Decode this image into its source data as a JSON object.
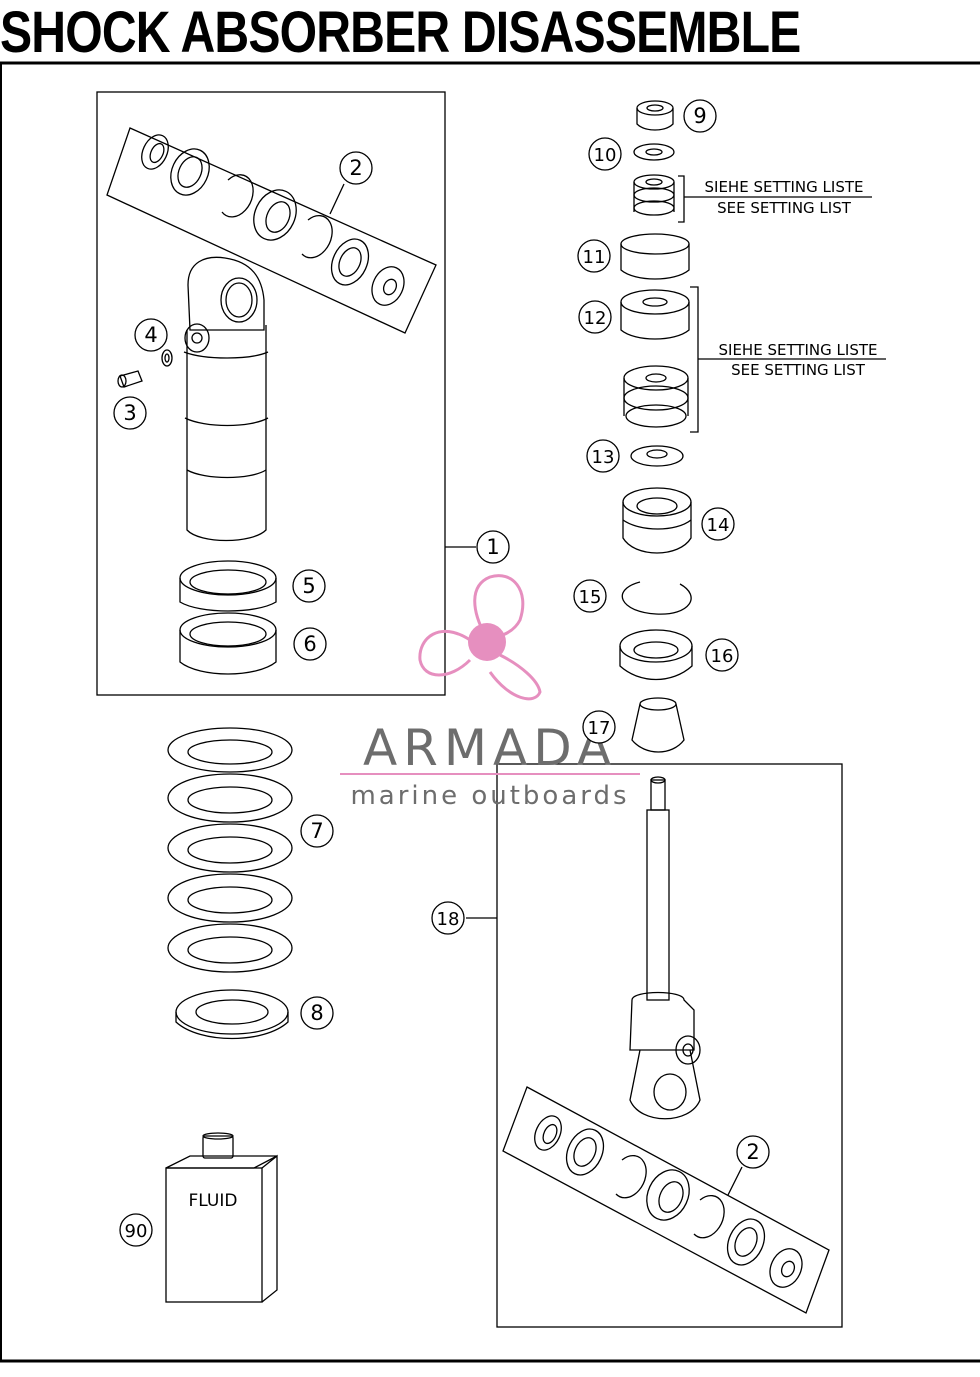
{
  "title": "SHOCK ABSORBER DISASSEMBLE",
  "callouts": {
    "c1": "1",
    "c2a": "2",
    "c2b": "2",
    "c3": "3",
    "c4": "4",
    "c5": "5",
    "c6": "6",
    "c7": "7",
    "c8": "8",
    "c9": "9",
    "c10": "10",
    "c11": "11",
    "c12": "12",
    "c13": "13",
    "c14": "14",
    "c15": "15",
    "c16": "16",
    "c17": "17",
    "c18": "18",
    "c90": "90"
  },
  "notes": {
    "note1_de": "SIEHE SETTING LISTE",
    "note1_en": "SEE SETTING LIST",
    "note2_de": "SIEHE SETTING LISTE",
    "note2_en": "SEE SETTING LIST"
  },
  "fluid_label": "FLUID",
  "watermark": {
    "brand": "ARMADA",
    "tagline": "marine outboards",
    "logo_color": "#e68fbf"
  }
}
